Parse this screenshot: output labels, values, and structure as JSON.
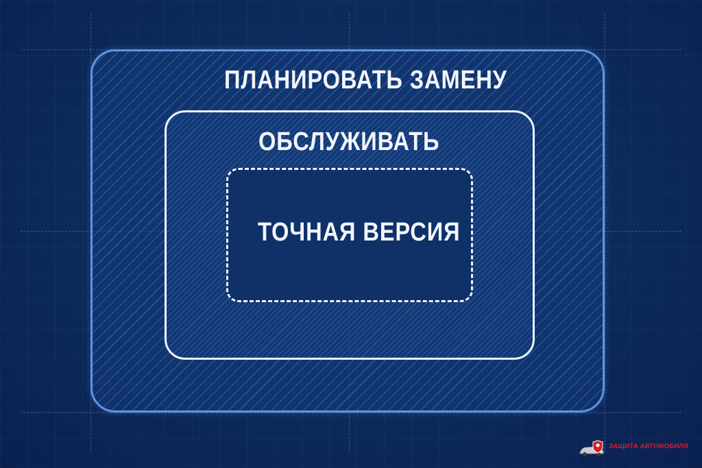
{
  "diagram": {
    "outer_label": "ПЛАНИРОВАТЬ ЗАМЕНУ",
    "middle_label": "ОБСЛУЖИВАТЬ",
    "inner_label": "ТОЧНАЯ ВЕРСИЯ"
  },
  "logo": {
    "title": "ЗАЩИТА АВТОМОБИЛЯ",
    "icon": "car-shield-logo-icon"
  },
  "colors": {
    "background": "#0d2a5a",
    "outer_border": "#5f95e0",
    "inner_border": "#eef3fb",
    "text": "#f2f5fa",
    "logo_red": "#d81e2a"
  }
}
